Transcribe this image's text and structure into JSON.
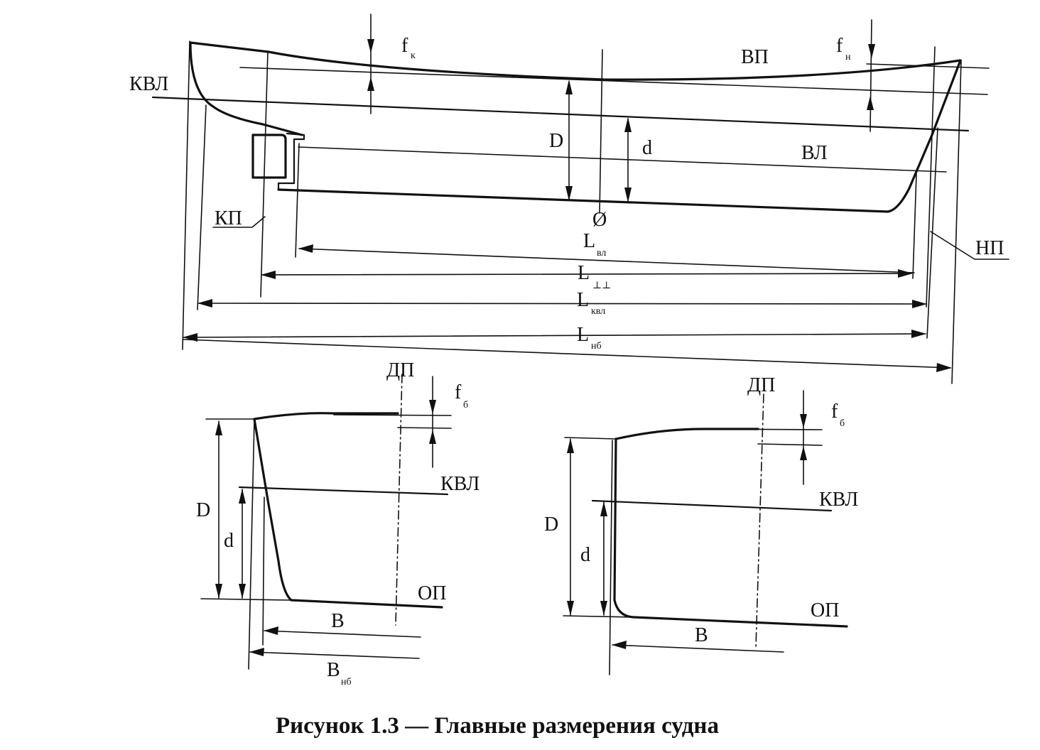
{
  "labels": {
    "kvl": "КВЛ",
    "vp": "ВП",
    "vl": "ВЛ",
    "kp": "КП",
    "np": "НП",
    "dp": "ДП",
    "op": "ОП",
    "D": "D",
    "d": "d",
    "B": "B",
    "f": "f",
    "L": "L",
    "midship": "Ø"
  },
  "subscripts": {
    "fk": "к",
    "fn": "н",
    "fb": "б",
    "L_vl": "вл",
    "L_pp": "⊥⊥",
    "L_kvl": "квл",
    "L_nb": "нб",
    "B_nb": "нб"
  },
  "caption": "Рисунок 1.3 — Главные размерения судна"
}
